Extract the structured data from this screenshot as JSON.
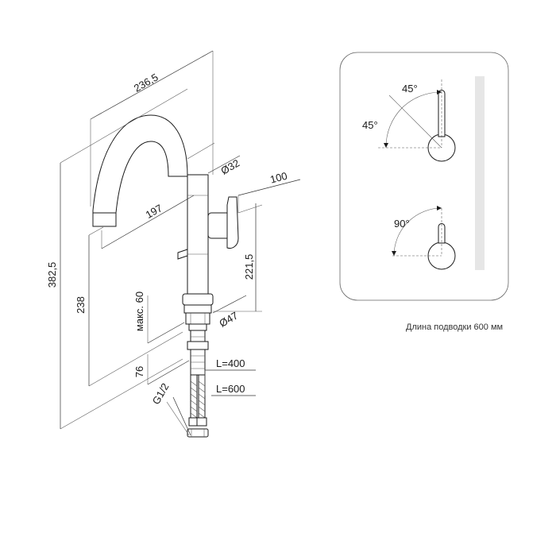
{
  "dimensions": {
    "spout_reach": "236,5",
    "total_height": "382,5",
    "spout_height": "238",
    "body_diameter": "Ø32",
    "handle_depth": "100",
    "reach_horizontal": "197",
    "lever_height": "221,5",
    "max_thickness": "макс. 60",
    "base_diameter": "Ø47",
    "shank_length": "76",
    "thread": "G1/2"
  },
  "hoses": {
    "short": "L=400",
    "long": "L=600"
  },
  "handle_positions": {
    "angle_top": "45°",
    "angle_side": "45°",
    "angle_full": "90°"
  },
  "note": "Длина подводки 600 мм"
}
